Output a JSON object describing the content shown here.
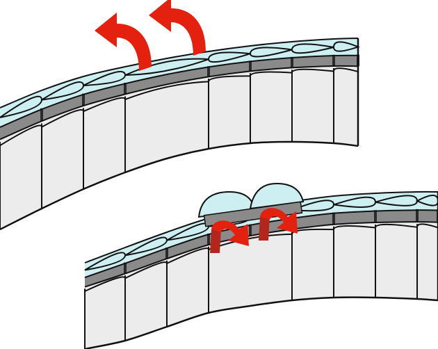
{
  "colors": {
    "background": "#ffffff",
    "outline": "#111111",
    "cell_fill": "#ececec",
    "top_cap_fill": "#cdeff2",
    "junction_gray": "#8a8a8a",
    "dark_connector": "#2a2a2a",
    "arrow_bright_red": "#e4200e",
    "arrow_dark_red": "#b3261b"
  },
  "panels": [
    {
      "id": "top-tissue-panel",
      "arrows": [
        {
          "name": "release-arrow-1",
          "icon": "curved-upward-arrow",
          "fill": "#e4200e"
        },
        {
          "name": "release-arrow-2",
          "icon": "curved-upward-arrow",
          "fill": "#e4200e"
        }
      ]
    },
    {
      "id": "bottom-tissue-panel",
      "arrows": [
        {
          "name": "fold-arrow-1",
          "icon": "curved-downward-arrow",
          "fill": "#e4200e",
          "tail_fill": "#b3261b"
        },
        {
          "name": "fold-arrow-2",
          "icon": "curved-downward-arrow",
          "fill": "#e4200e",
          "tail_fill": "#b3261b"
        }
      ]
    }
  ]
}
